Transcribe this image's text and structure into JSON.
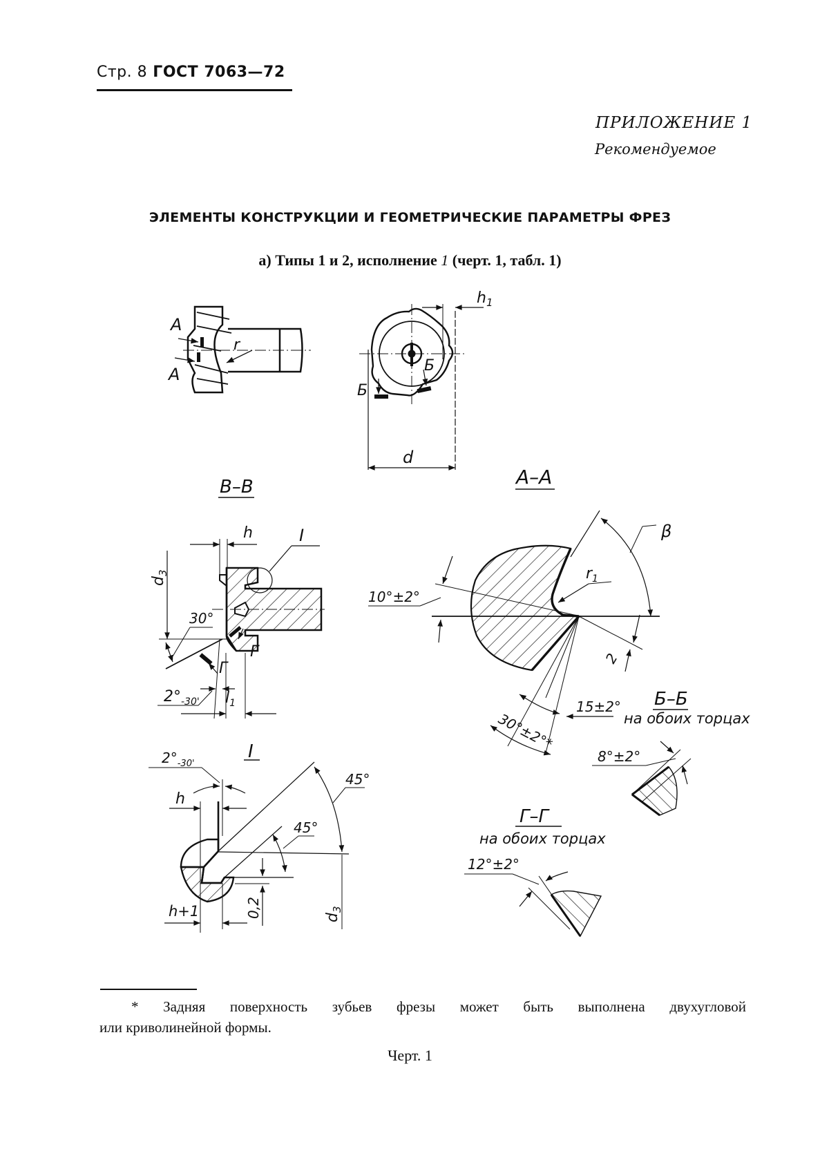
{
  "header": {
    "page_label": "Стр. 8",
    "standard": "ГОСТ 7063—72"
  },
  "appendix": {
    "title": "ПРИЛОЖЕНИЕ 1",
    "status": "Рекомендуемое"
  },
  "section": {
    "title": "ЭЛЕМЕНТЫ КОНСТРУКЦИИ И ГЕОМЕТРИЧЕСКИЕ ПАРАМЕТРЫ ФРЕЗ",
    "subtitle_prefix": "а) Типы 1 и 2, исполнение",
    "subtitle_italic": "1",
    "subtitle_suffix": "(черт. 1, табл. 1)"
  },
  "drawing": {
    "side_view": {
      "cut_label_top": "A",
      "cut_label_bottom": "A",
      "radius_label": "r"
    },
    "end_view": {
      "dim_h1": "h1",
      "dim_h1_base": "h",
      "dim_h1_sub": "1",
      "dim_d": "d",
      "cut_label_left": "Б",
      "cut_label_right": "Б"
    },
    "section_vv": {
      "title": "В–В",
      "dim_h": "h",
      "detail_ref": "I",
      "dim_d3_base": "d",
      "dim_d3_sub": "3",
      "angle_30": "30°",
      "cut_label_1": "Г",
      "cut_label_2": "Г",
      "angle_2_base": "2°",
      "angle_2_tol": "-30'",
      "dim_l1_base": "l",
      "dim_l1_sub": "1"
    },
    "section_aa": {
      "title": "А–А",
      "angle_beta": "β",
      "radius_r1_base": "r",
      "radius_r1_sub": "1",
      "angle_10": "10°±2°",
      "dim_2": "2",
      "angle_15": "15±2°",
      "angle_30": "30°±2°*"
    },
    "section_bb": {
      "title": "Б–Б",
      "note": "на обоих торцах",
      "angle": "8°±2°"
    },
    "detail_i": {
      "title": "I",
      "angle_2_base": "2°",
      "angle_2_tol": "-30'",
      "dim_h": "h",
      "angle_45_outer": "45°",
      "angle_45_inner": "45°",
      "dim_02": "0,2",
      "dim_h1": "h+1",
      "dim_d3_base": "d",
      "dim_d3_sub": "3"
    },
    "section_gg": {
      "title": "Г–Г",
      "note": "на обоих торцах",
      "angle": "12°±2°"
    }
  },
  "footnote": {
    "line1": "* Задняя поверхность зубьев фрезы может быть выполнена двухугловой",
    "line2": "или криволинейной формы."
  },
  "caption": "Черт. 1"
}
